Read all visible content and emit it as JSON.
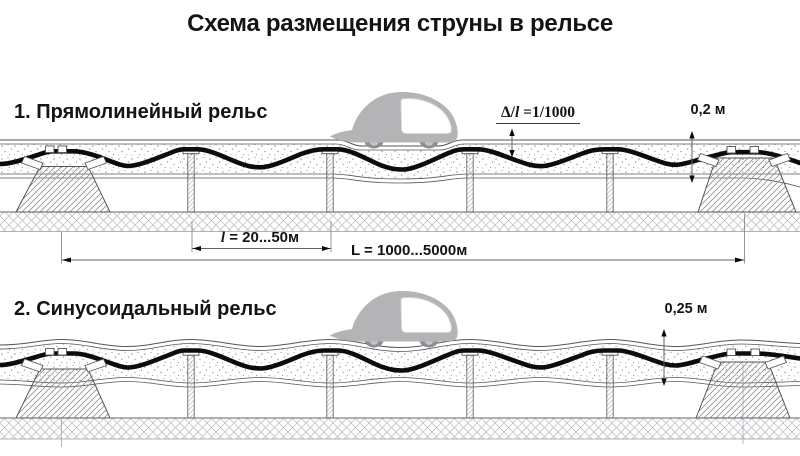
{
  "title": "Схема размещения струны в рельсе",
  "sections": [
    {
      "label": "1. Прямолинейный рельс",
      "deflection_note": {
        "prefix": "Δ/",
        "symbol": "l",
        "suffix": " =1/1000"
      },
      "rail_height": "0,2 м",
      "span_dim": {
        "symbol": "l",
        "rest": " = 20...50м"
      },
      "length_dim": "L = 1000...5000м"
    },
    {
      "label": "2. Синусоидальный рельс",
      "rail_height": "0,25 м"
    }
  ],
  "colors": {
    "string": "#0c0c0e",
    "outline": "#55555e",
    "light_outline": "#9a9aa2",
    "hatch": "#c2c2c9",
    "car_body": "#b4b4b6",
    "car_wheel": "#8e8e92",
    "car_window": "#ffffff",
    "text": "#141418"
  }
}
